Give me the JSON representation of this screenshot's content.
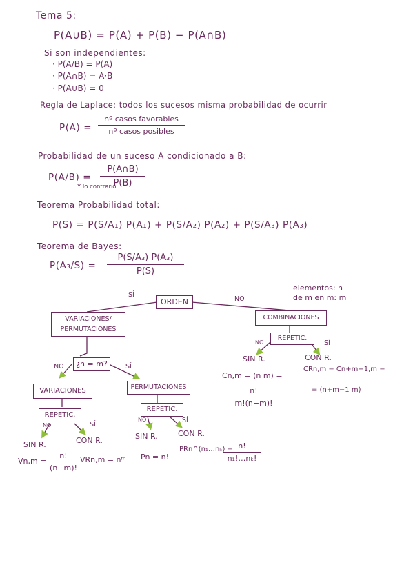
{
  "tema_title": "Tema 5:",
  "union_formula": "P(A∪B) = P(A) + P(B) − P(A∩B)",
  "independientes": {
    "heading": "Si son independientes:",
    "items": [
      "· P(A/B) = P(A)",
      "· P(A∩B) = A·B",
      "· P(A∪B) = 0"
    ]
  },
  "laplace": {
    "heading": "Regla de Laplace: todos los sucesos misma probabilidad de ocurrir",
    "lhs": "P(A) =",
    "numerator": "nº casos favorables",
    "denominator": "nº casos posibles"
  },
  "condicionado": {
    "heading": "Probabilidad de un suceso A condicionado a B:",
    "lhs": "P(A/B) =",
    "note": "Y lo contrario",
    "numerator": "P(A∩B)",
    "denominator": "P(B)"
  },
  "total": {
    "heading": "Teorema Probabilidad total:",
    "formula": "P(S) = P(S/A₁) P(A₁) + P(S/A₂) P(A₂) + P(S/A₃) P(A₃)"
  },
  "bayes": {
    "heading": "Teorema de Bayes:",
    "lhs": "P(A₃/S) =",
    "numerator": "P(S/A₃) P(A₃)",
    "denominator": "P(S)"
  },
  "tree": {
    "elementos_note_1": "elementos: n",
    "elementos_note_2": "de m en m: m",
    "orden": "ORDEN",
    "si": "SÍ",
    "no": "NO",
    "var_perm_line1": "VARIACIONES/",
    "var_perm_line2": "PERMUTACIONES",
    "n_eq_m": "¿n = m?",
    "variaciones": "VARIACIONES",
    "permutaciones": "PERMUTACIONES",
    "combinaciones": "COMBINACIONES",
    "repetic": "REPETIC.",
    "sin_r": "SIN R.",
    "con_r": "CON R.",
    "vnm_lhs": "Vn,m =",
    "vnm_num": "n!",
    "vnm_den": "(n−m)!",
    "vrnm": "VRn,m = nᵐ",
    "pn": "Pn = n!",
    "prn_lhs": "PRn^(n₁…nₖ) =",
    "prn_num": "n!",
    "prn_den": "n₁!…nₖ!",
    "cnm": "Cn,m = (n m) =",
    "cnm_num": "n!",
    "cnm_den": "m!(n−m)!",
    "crnm_1": "CRn,m = Cn+m−1,m =",
    "crnm_2": "= (n+m−1 m)"
  }
}
